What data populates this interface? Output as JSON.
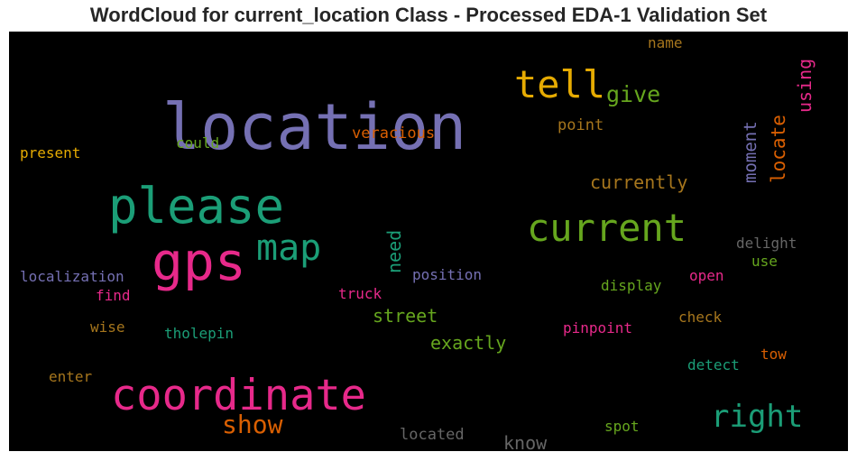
{
  "title": "WordCloud for current_location Class - Processed EDA-1 Validation Set",
  "chart_data": {
    "type": "wordcloud",
    "title": "WordCloud for current_location Class - Processed EDA-1 Validation Set",
    "background": "#000000",
    "colormap": "Dark2",
    "words": [
      {
        "text": "location",
        "color": "#7570b3",
        "rotate": 0
      },
      {
        "text": "tell",
        "color": "#e6ab02",
        "rotate": 0
      },
      {
        "text": "give",
        "color": "#66a61e",
        "rotate": 0
      },
      {
        "text": "name",
        "color": "#a6761d",
        "rotate": 0
      },
      {
        "text": "using",
        "color": "#e7298a",
        "rotate": -90
      },
      {
        "text": "point",
        "color": "#a6761d",
        "rotate": 0
      },
      {
        "text": "moment",
        "color": "#7570b3",
        "rotate": -90
      },
      {
        "text": "locate",
        "color": "#d95f02",
        "rotate": -90
      },
      {
        "text": "veracious",
        "color": "#d95f02",
        "rotate": 0
      },
      {
        "text": "could",
        "color": "#66a61e",
        "rotate": 0
      },
      {
        "text": "present",
        "color": "#e6ab02",
        "rotate": 0
      },
      {
        "text": "please",
        "color": "#1b9e77",
        "rotate": 0
      },
      {
        "text": "currently",
        "color": "#a6761d",
        "rotate": 0
      },
      {
        "text": "current",
        "color": "#66a61e",
        "rotate": 0
      },
      {
        "text": "gps",
        "color": "#e7298a",
        "rotate": 0
      },
      {
        "text": "map",
        "color": "#1b9e77",
        "rotate": 0
      },
      {
        "text": "need",
        "color": "#1b9e77",
        "rotate": -90
      },
      {
        "text": "delight",
        "color": "#666666",
        "rotate": 0
      },
      {
        "text": "use",
        "color": "#66a61e",
        "rotate": 0
      },
      {
        "text": "localization",
        "color": "#7570b3",
        "rotate": 0
      },
      {
        "text": "position",
        "color": "#7570b3",
        "rotate": 0
      },
      {
        "text": "find",
        "color": "#e7298a",
        "rotate": 0
      },
      {
        "text": "truck",
        "color": "#e7298a",
        "rotate": 0
      },
      {
        "text": "display",
        "color": "#66a61e",
        "rotate": 0
      },
      {
        "text": "open",
        "color": "#e7298a",
        "rotate": 0
      },
      {
        "text": "street",
        "color": "#66a61e",
        "rotate": 0
      },
      {
        "text": "check",
        "color": "#a6761d",
        "rotate": 0
      },
      {
        "text": "wise",
        "color": "#a6761d",
        "rotate": 0
      },
      {
        "text": "tholepin",
        "color": "#1b9e77",
        "rotate": 0
      },
      {
        "text": "pinpoint",
        "color": "#e7298a",
        "rotate": 0
      },
      {
        "text": "exactly",
        "color": "#66a61e",
        "rotate": 0
      },
      {
        "text": "tow",
        "color": "#d95f02",
        "rotate": 0
      },
      {
        "text": "enter",
        "color": "#a6761d",
        "rotate": 0
      },
      {
        "text": "detect",
        "color": "#1b9e77",
        "rotate": 0
      },
      {
        "text": "coordinate",
        "color": "#e7298a",
        "rotate": 0
      },
      {
        "text": "right",
        "color": "#1b9e77",
        "rotate": 0
      },
      {
        "text": "show",
        "color": "#d95f02",
        "rotate": 0
      },
      {
        "text": "spot",
        "color": "#66a61e",
        "rotate": 0
      },
      {
        "text": "located",
        "color": "#666666",
        "rotate": 0
      },
      {
        "text": "know",
        "color": "#666666",
        "rotate": 0
      }
    ]
  }
}
